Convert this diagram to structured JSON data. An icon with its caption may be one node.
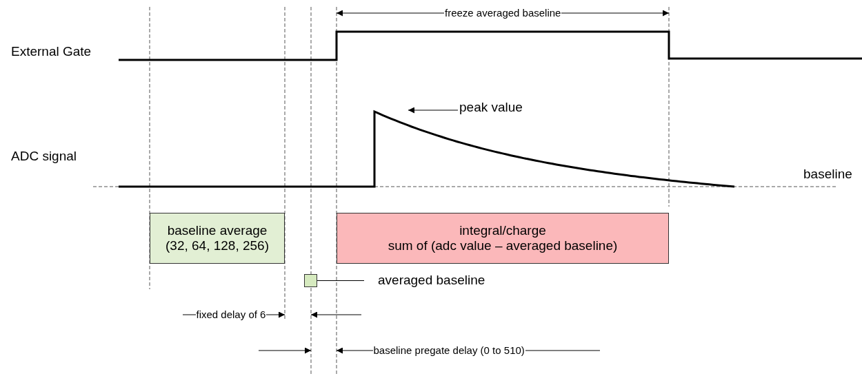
{
  "diagram": {
    "nodes": [
      {
        "text": [
          "baseline average",
          "(32, 64, 128, 256)"
        ]
      },
      {
        "text": [
          "integral/charge",
          "sum of (adc value – averaged baseline)"
        ]
      },
      {
        "text": [],
        "shape": "box"
      },
      {
        "text": [
          "averaged baseline"
        ]
      },
      {
        "text": [
          "peak value"
        ]
      }
    ],
    "edges": [
      {
        "from": 3,
        "to": 2,
        "arrow": "none"
      },
      {
        "from": 4,
        "to": null,
        "arrow": "to"
      }
    ],
    "labels": [
      "freeze averaged baseline",
      "External Gate",
      "ADC signal",
      "baseline",
      "fixed delay of 6",
      "baseline pregate delay (0 to 510)"
    ]
  }
}
